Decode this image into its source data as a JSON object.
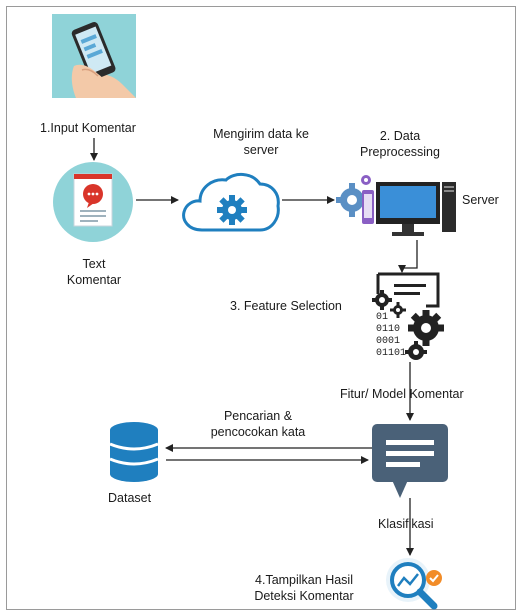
{
  "steps": {
    "input": "1.Input Komentar",
    "send_line1": "Mengirim data ke",
    "send_line2": "server",
    "preprocessing_line1": "2. Data",
    "preprocessing_line2": "Preprocessing",
    "feature_selection": "3. Feature Selection",
    "model": "Fitur/ Model Komentar",
    "search_line1": "Pencarian &",
    "search_line2": "pencocokan kata",
    "classification": "Klasifikasi",
    "result_line1": "4.Tampilkan Hasil",
    "result_line2": "Deteksi Komentar"
  },
  "nodes": {
    "text_line1": "Text",
    "text_line2": "Komentar",
    "server": "Server",
    "dataset": "Dataset",
    "binary_lines": [
      "01",
      "0110",
      "0001",
      "01101"
    ]
  },
  "colors": {
    "teal_bg": "#8fd3d8",
    "blue": "#1f7fbf",
    "dark": "#222222",
    "slate": "#4a6178",
    "accent_orange": "#f28c28",
    "red": "#d9352a"
  }
}
